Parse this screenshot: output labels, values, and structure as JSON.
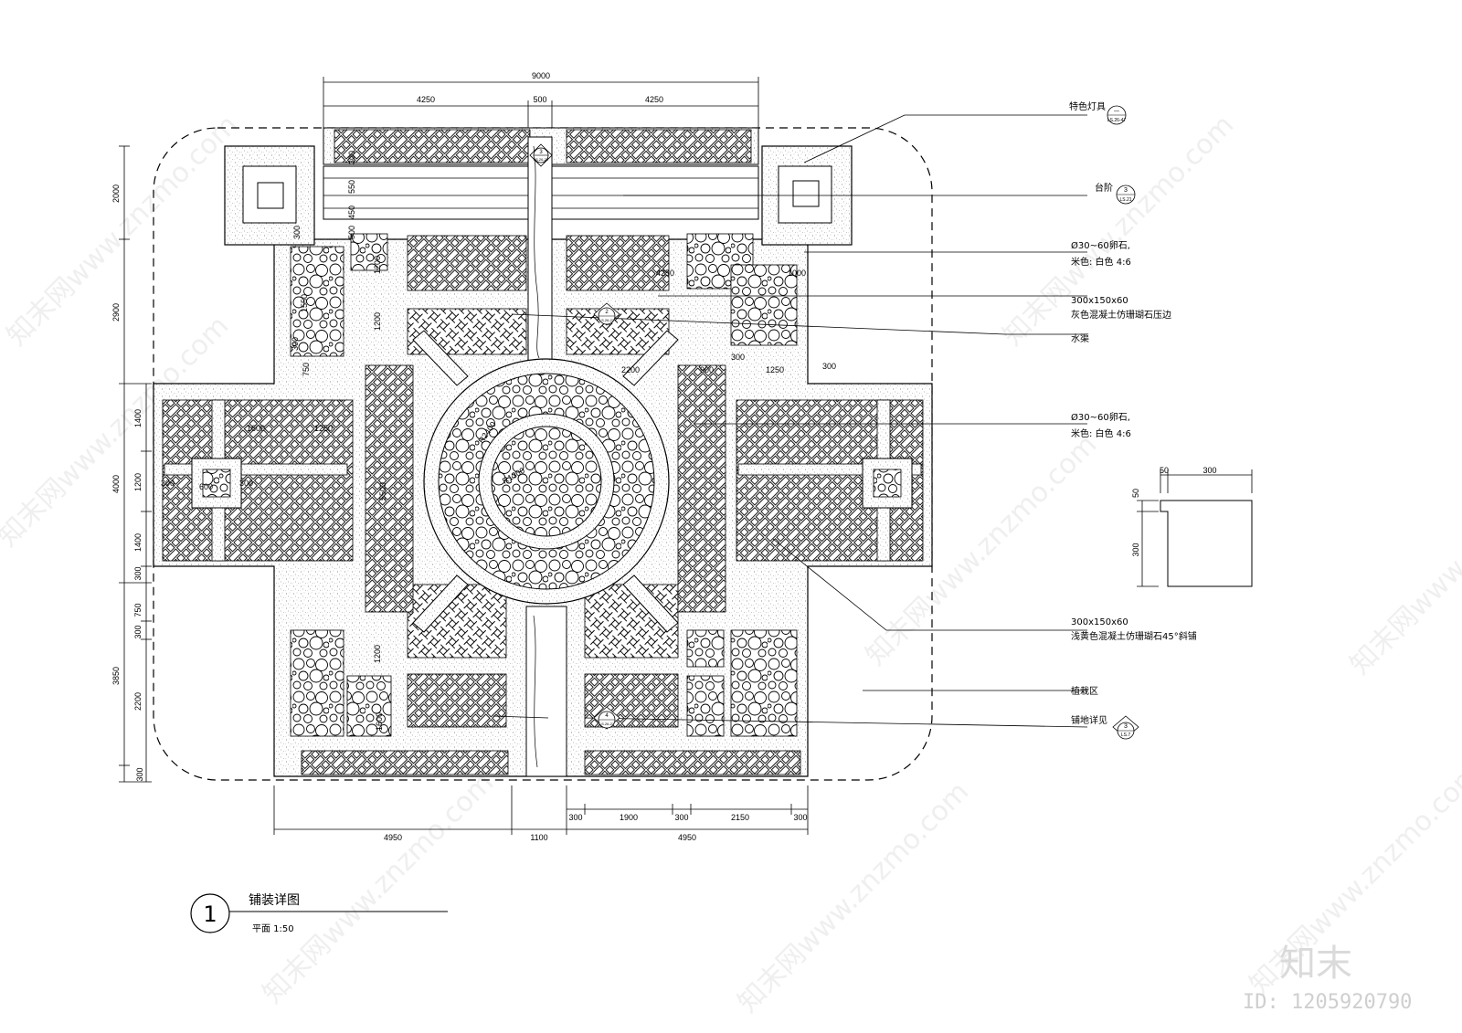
{
  "drawing": {
    "title": "铺装详图",
    "detail_no": "1",
    "scale_label": "平面 1:50"
  },
  "dimensions": {
    "top_overall": "9000",
    "top_left": "4250",
    "top_center": "500",
    "top_right": "4250",
    "bottom_left": "4950",
    "bottom_center": "1100",
    "bottom_right": "4950",
    "bottom_r1": "300",
    "bottom_r2": "1900",
    "bottom_r3": "300",
    "bottom_r4": "2150",
    "bottom_r5": "300",
    "left_outer_1": "2000",
    "left_outer_2": "2900",
    "left_outer_3": "4000",
    "left_outer_4": "3850",
    "left_outer_5": "300",
    "left_inner_1": "1400",
    "left_inner_2": "1200",
    "left_inner_3": "1400",
    "left_inner_4": "300",
    "left_inner_5": "750",
    "left_inner_6": "300",
    "left_inner_7": "2200",
    "interior": [
      "300",
      "550",
      "450",
      "300",
      "500",
      "1200",
      "1550",
      "1200",
      "300",
      "750",
      "4250",
      "1000",
      "2200",
      "900",
      "300",
      "1250",
      "300",
      "1600",
      "1250",
      "300",
      "600",
      "300",
      "5500",
      "1200",
      "1600",
      "R2400",
      "R1300"
    ]
  },
  "callouts": [
    {
      "label": "特色灯具",
      "ref_top": "—",
      "ref_bottom": "LS.26-47"
    },
    {
      "label": "台阶",
      "ref_top": "3",
      "ref_bottom": "LS.21"
    },
    {
      "label": "Ø30~60卵石,",
      "label2": "米色: 白色 4:6"
    },
    {
      "label": "300x150x60",
      "label2": "灰色混凝土仿珊瑚石压边"
    },
    {
      "label": "水渠"
    },
    {
      "label": "Ø30~60卵石,",
      "label2": "米色: 白色 4:6"
    },
    {
      "label": "300x150x60",
      "label2": "浅黄色混凝土仿珊瑚石45°斜铺"
    },
    {
      "label": "植栽区"
    },
    {
      "label": "铺地详见",
      "ref_top": "3",
      "ref_bottom": "LS.7"
    }
  ],
  "section_refs": [
    {
      "top": "3",
      "bottom": "LS.26-22"
    },
    {
      "top": "2",
      "bottom": "LS.26-22"
    },
    {
      "top": "4",
      "bottom": "LS.26-22"
    }
  ],
  "detail_section": {
    "d1": "50",
    "d2": "300",
    "d3": "50",
    "d4": "300"
  },
  "watermark": {
    "brand": "知末",
    "id": "ID: 1205920790",
    "site": "知末网www.znzmo.com"
  }
}
